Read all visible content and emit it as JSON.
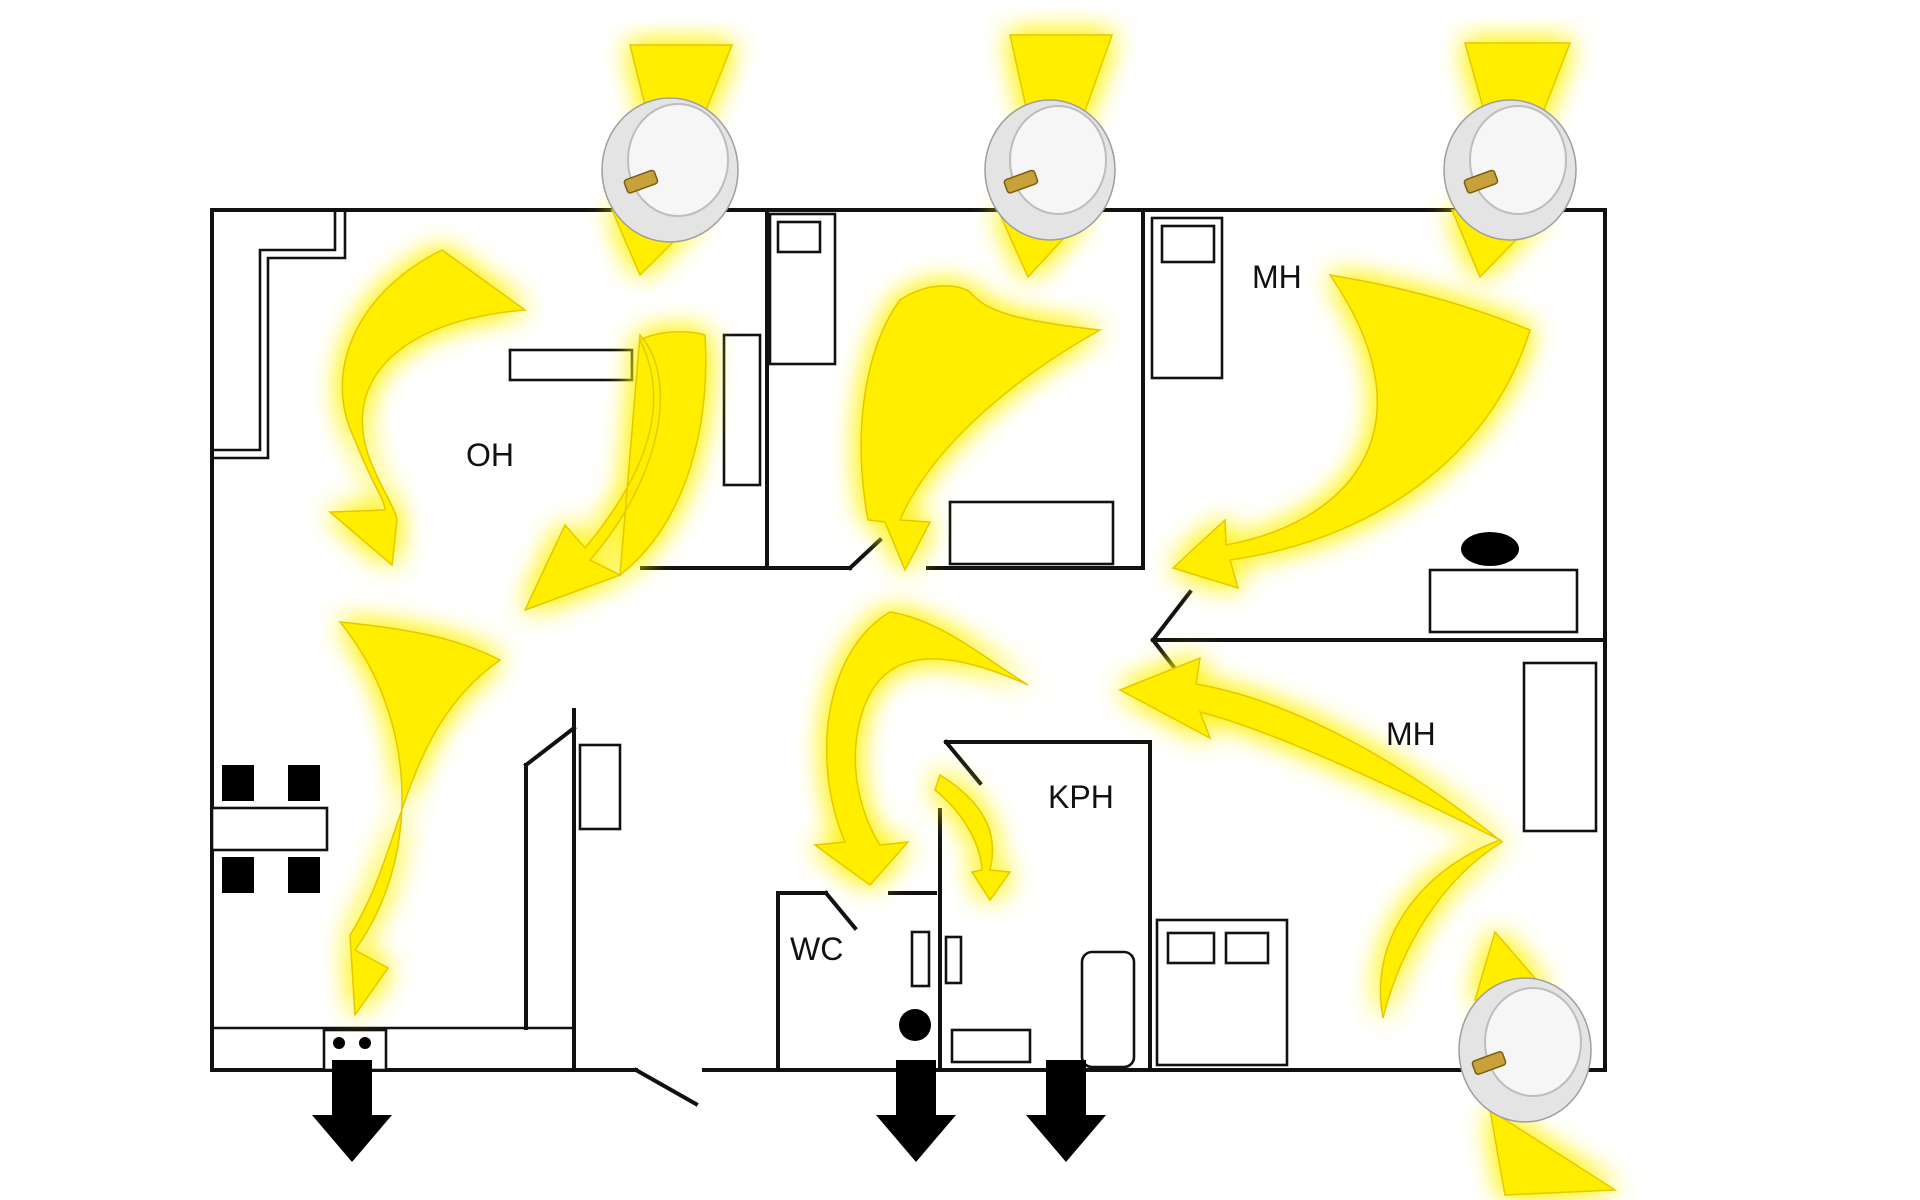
{
  "rooms": {
    "living_room": "OH",
    "bedroom_top_right": "MH",
    "bedroom_right": "MH",
    "bathroom": "KPH",
    "toilet": "WC"
  },
  "colors": {
    "airflow": "#ffee00",
    "walls": "#111111",
    "exhaust": "#000000",
    "background": "#ffffff"
  },
  "icons": {
    "supply_valve": "wall-air-inlet-valve-icon",
    "exhaust": "exhaust-arrow-icon"
  },
  "counts": {
    "supply_valves": 4,
    "exhaust_points": 3
  }
}
